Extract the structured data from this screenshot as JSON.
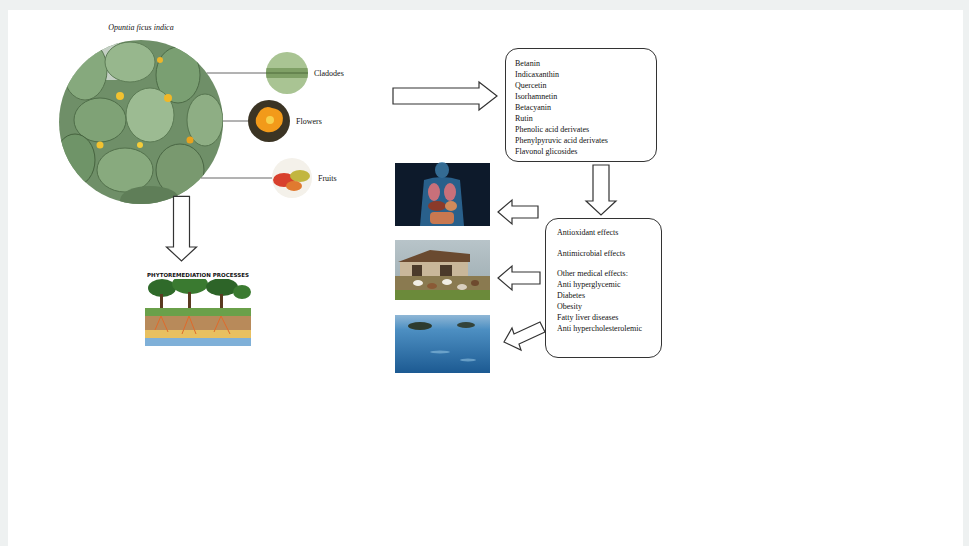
{
  "diagram": {
    "nodes": [
      {
        "text": [
          "Opuntia ficus indica"
        ]
      },
      {
        "text": [
          "Cladodes"
        ]
      },
      {
        "text": [
          "Flowers"
        ]
      },
      {
        "text": [
          "Fruits"
        ]
      },
      {
        "text": [
          "Betanin",
          "Indicaxanthin",
          "Quercetin",
          "Isorhamnetin",
          "Betacyanin",
          "Rutin",
          "Phenolic acid derivates",
          "Phenylpyruvic acid derivates",
          "Flavonol glicosides"
        ]
      },
      {
        "text": [
          "Antioxidant effects",
          "Antimicrobial effects",
          "Other medical effects:",
          "Anti hyperglycemic",
          "Diabetes",
          "Obesity",
          "Fatty liver diseases",
          "Anti hypercholesterolemic"
        ]
      },
      {
        "text": [
          "PHYTOREMEDIATION PROCESSES"
        ]
      }
    ],
    "edges": [
      {
        "from": 0,
        "to": 1,
        "arrow": "none"
      },
      {
        "from": 0,
        "to": 2,
        "arrow": "none"
      },
      {
        "from": 0,
        "to": 3,
        "arrow": "none"
      },
      {
        "from": 0,
        "to": 6,
        "arrow": "to"
      },
      {
        "from": 4,
        "to": 5,
        "arrow": "to"
      }
    ]
  }
}
